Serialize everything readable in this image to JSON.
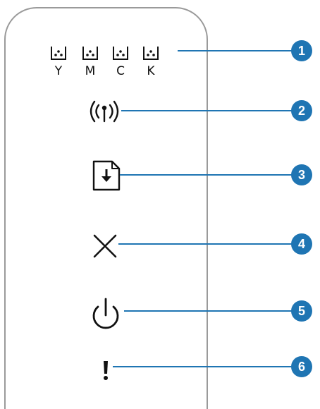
{
  "colors": {
    "callout": "#1f75b3",
    "panel_border": "#9a9a9a",
    "icon": "#111111"
  },
  "panel": {
    "cartridges": [
      {
        "label": "Y",
        "icon": "toner-icon"
      },
      {
        "label": "M",
        "icon": "toner-icon"
      },
      {
        "label": "C",
        "icon": "toner-icon"
      },
      {
        "label": "K",
        "icon": "toner-icon"
      }
    ],
    "buttons": [
      {
        "icon": "wireless-icon"
      },
      {
        "icon": "document-download-icon"
      },
      {
        "icon": "cancel-icon"
      },
      {
        "icon": "power-icon"
      },
      {
        "icon": "warning-icon"
      }
    ]
  },
  "callouts": [
    "1",
    "2",
    "3",
    "4",
    "5",
    "6"
  ]
}
